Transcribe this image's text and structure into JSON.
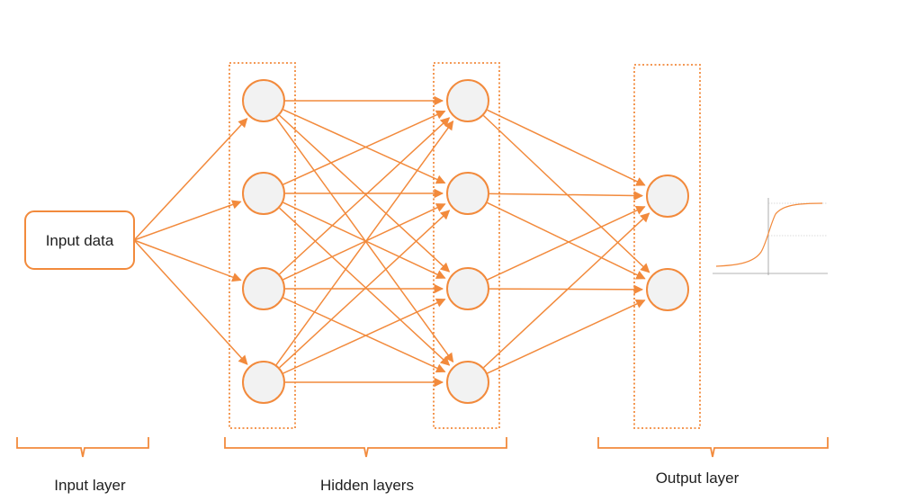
{
  "input_node": {
    "label": "Input data"
  },
  "layer_labels": {
    "input": "Input layer",
    "hidden": "Hidden layers",
    "output": "Output layer"
  },
  "colors": {
    "accent": "#f28a3c",
    "node_fill": "#f2f2f2",
    "text": "#1f1f1f"
  },
  "network": {
    "hidden_layers": [
      4,
      4
    ],
    "output_nodes": 2
  },
  "activation_icon": "sigmoid-curve"
}
